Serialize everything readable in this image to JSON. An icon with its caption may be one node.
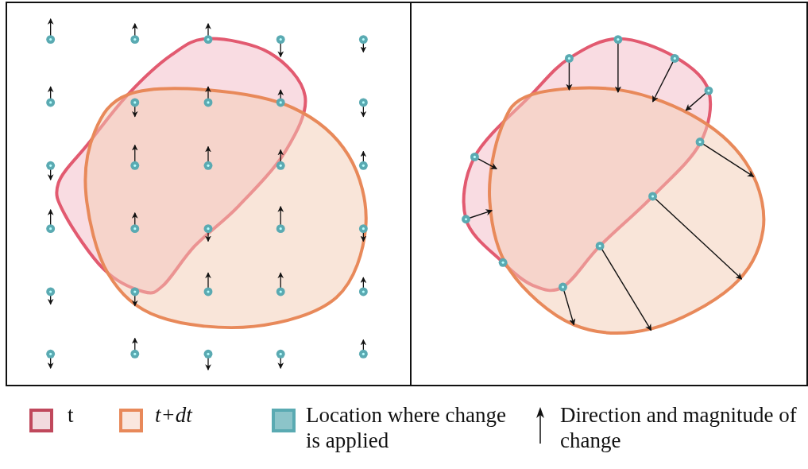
{
  "diagram": {
    "legend": [
      {
        "text": "t",
        "color": "#c0485c"
      },
      {
        "text": "t+dt",
        "color": "#e8895a"
      },
      {
        "text": "Location where change is applied",
        "color": "#5aaab2"
      },
      {
        "text": "Direction and magnitude of change"
      }
    ]
  }
}
